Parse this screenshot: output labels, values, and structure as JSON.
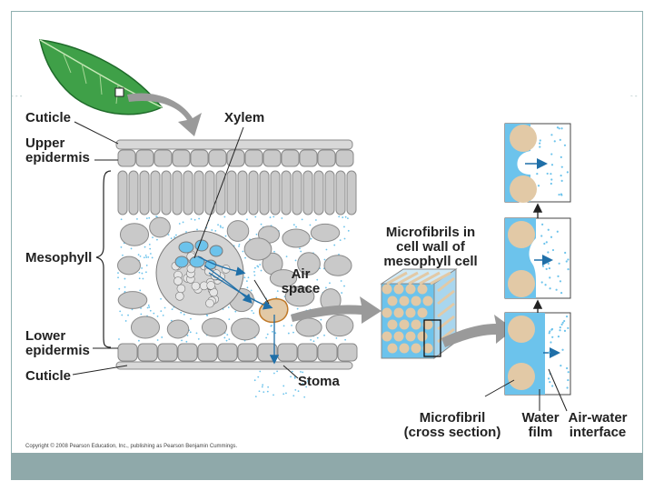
{
  "labels": {
    "cuticle_top": "Cuticle",
    "upper_epidermis": "Upper\nepidermis",
    "mesophyll": "Mesophyll",
    "lower_epidermis": "Lower\nepidermis",
    "cuticle_bottom": "Cuticle",
    "xylem": "Xylem",
    "air_space": "Air\nspace",
    "stoma": "Stoma",
    "microfibrils_title": "Microfibrils in\ncell wall of\nmesophyll cell",
    "microfibril_cross": "Microfibril\n(cross section)",
    "water_film": "Water\nfilm",
    "air_water_interface": "Air-water\ninterface"
  },
  "copyright": "Copyright © 2008 Pearson Education, Inc., publishing as Pearson Benjamin Cummings.",
  "colors": {
    "cell_gray": "#c9c9c9",
    "cell_outline": "#8a8a8a",
    "water_blue": "#6cc3ec",
    "microfibril_tan": "#e2c9a6",
    "leaf_green": "#3fa048",
    "arrow_blue": "#1f6fa8",
    "frame_teal": "#8fa9aa"
  }
}
